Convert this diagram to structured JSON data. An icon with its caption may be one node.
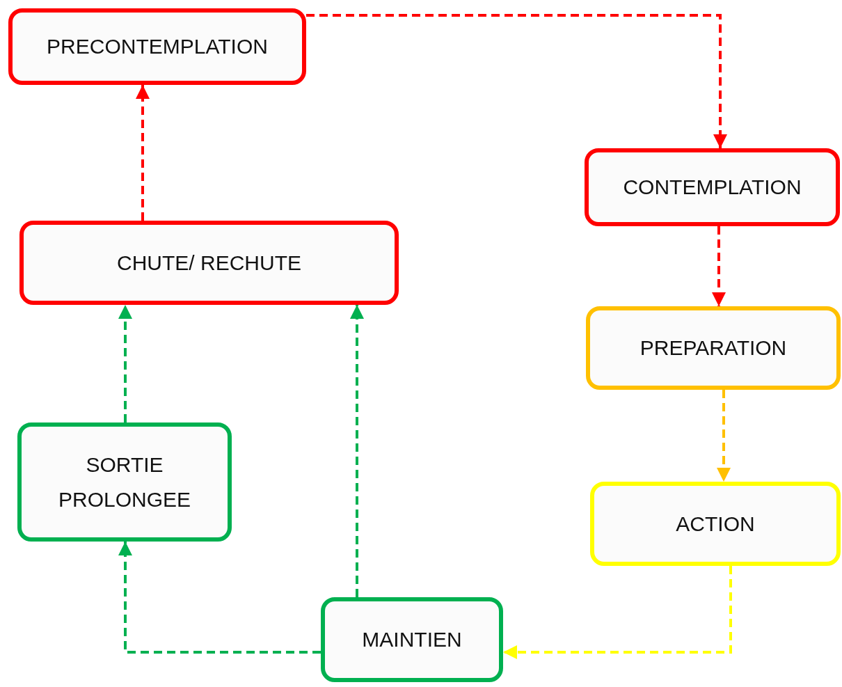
{
  "diagram": {
    "nodes": [
      {
        "text": [
          "PRECONTEMPLATION"
        ]
      },
      {
        "text": [
          "CONTEMPLATION"
        ]
      },
      {
        "text": [
          "CHUTE/ RECHUTE"
        ]
      },
      {
        "text": [
          "PREPARATION"
        ]
      },
      {
        "text": [
          "SORTIE PROLONGEE"
        ]
      },
      {
        "text": [
          "ACTION"
        ]
      },
      {
        "text": [
          "MAINTIEN"
        ]
      }
    ],
    "edges": [
      {
        "from": 0,
        "to": 1,
        "arrow": "to",
        "style": "dashed",
        "color": "#ff0000"
      },
      {
        "from": 1,
        "to": 3,
        "arrow": "to",
        "style": "dashed",
        "color": "#ff0000"
      },
      {
        "from": 3,
        "to": 5,
        "arrow": "to",
        "style": "dashed",
        "color": "#ffc000"
      },
      {
        "from": 5,
        "to": 6,
        "arrow": "to",
        "style": "dashed",
        "color": "#ffff00"
      },
      {
        "from": 6,
        "to": 4,
        "arrow": "to",
        "style": "dashed",
        "color": "#00b050"
      },
      {
        "from": 6,
        "to": 2,
        "arrow": "to",
        "style": "dashed",
        "color": "#00b050"
      },
      {
        "from": 4,
        "to": 2,
        "arrow": "to",
        "style": "dashed",
        "color": "#00b050"
      },
      {
        "from": 2,
        "to": 0,
        "arrow": "to",
        "style": "dashed",
        "color": "#ff0000"
      }
    ]
  }
}
